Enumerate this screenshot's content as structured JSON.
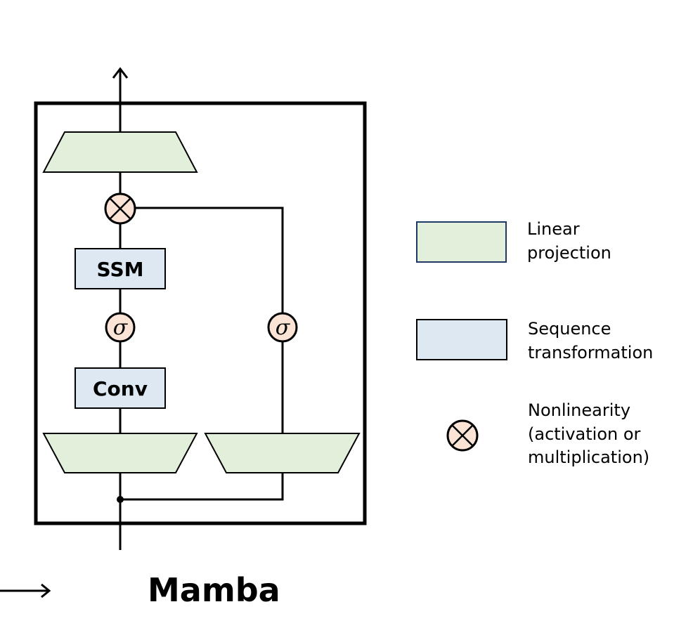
{
  "title": "Mamba",
  "blocks": {
    "ssm_label": "SSM",
    "conv_label": "Conv",
    "sigma_symbol": "σ"
  },
  "legend": {
    "linear": [
      "Linear",
      "projection"
    ],
    "sequence": [
      "Sequence",
      "transformation"
    ],
    "nonlinearity": [
      "Nonlinearity",
      "(activation or",
      "multiplication)"
    ]
  },
  "colors": {
    "linear_fill": "#e2efda",
    "sequence_fill": "#dde8f3",
    "nonlinearity_fill": "#fbe3d5",
    "legend_linear_stroke": "#1f3864"
  }
}
